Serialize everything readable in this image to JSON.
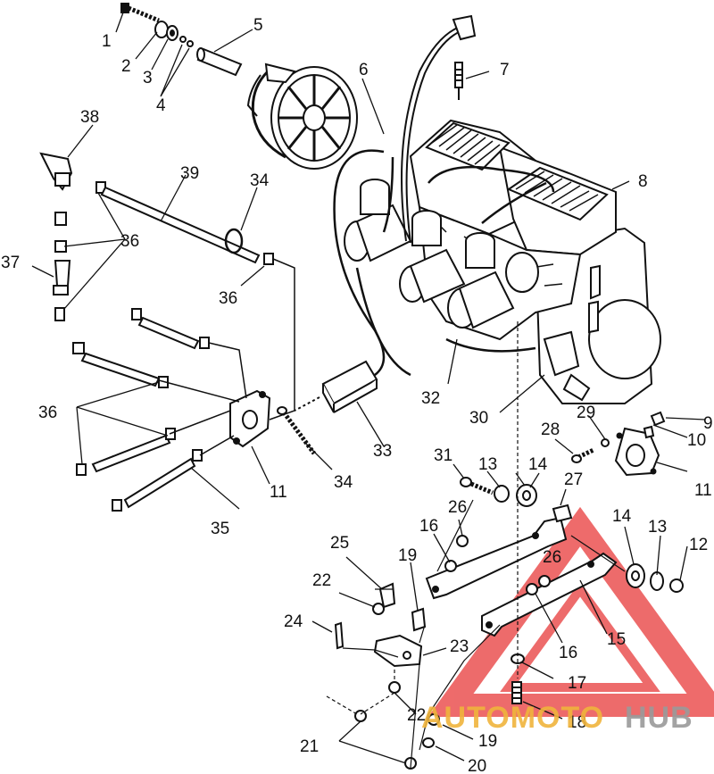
{
  "callouts": [
    "1",
    "2",
    "3",
    "4",
    "5",
    "6",
    "7",
    "8",
    "9",
    "10",
    "11",
    "11",
    "12",
    "13",
    "13",
    "14",
    "14",
    "15",
    "16",
    "16",
    "17",
    "18",
    "19",
    "19",
    "20",
    "21",
    "22",
    "22",
    "23",
    "24",
    "25",
    "26",
    "26",
    "27",
    "28",
    "29",
    "30",
    "31",
    "32",
    "33",
    "34",
    "34",
    "35",
    "36",
    "36",
    "36",
    "37",
    "38",
    "39"
  ],
  "watermark": {
    "text_left": "AUTOMOTO",
    "text_right": "HUB",
    "color_left": "#f0b43c",
    "color_right": "#9a9a9a",
    "triangle_color": "#e83a3a"
  }
}
